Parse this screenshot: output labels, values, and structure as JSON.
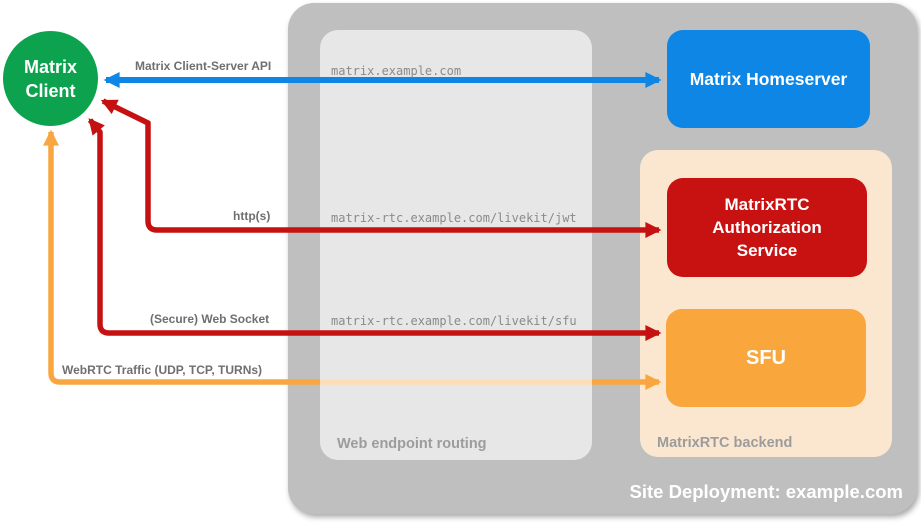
{
  "colors": {
    "outer_gray": "#BFBFBF",
    "peach": "#FBE7CF",
    "conn_label": "#6F6F6F",
    "url_text": "#8A8A8A",
    "muted_label": "#9C9C9C"
  },
  "nodes": {
    "client": {
      "label": "Matrix Client",
      "color": "#0CA24E"
    },
    "homeserver": {
      "label": "Matrix Homeserver",
      "color": "#0E86E6"
    },
    "auth_service": {
      "label": "MatrixRTC Authorization Service",
      "color": "#C81111"
    },
    "sfu": {
      "label": "SFU",
      "color": "#F9A63D"
    }
  },
  "containers": {
    "site_deployment": {
      "label": "Site Deployment: example.com"
    },
    "web_endpoint_routing": {
      "label": "Web endpoint routing"
    },
    "matrixrtc_backend": {
      "label": "MatrixRTC backend"
    }
  },
  "connections": [
    {
      "label": "Matrix Client-Server API",
      "endpoint": "matrix.example.com",
      "color": "#0E86E6"
    },
    {
      "label": "http(s)",
      "endpoint": "matrix-rtc.example.com/livekit/jwt",
      "color": "#C51111"
    },
    {
      "label": "(Secure) Web Socket",
      "endpoint": "matrix-rtc.example.com/livekit/sfu",
      "color": "#C51111"
    },
    {
      "label": "WebRTC Traffic (UDP, TCP, TURNs)",
      "endpoint": "",
      "color": "#F9A640"
    }
  ]
}
